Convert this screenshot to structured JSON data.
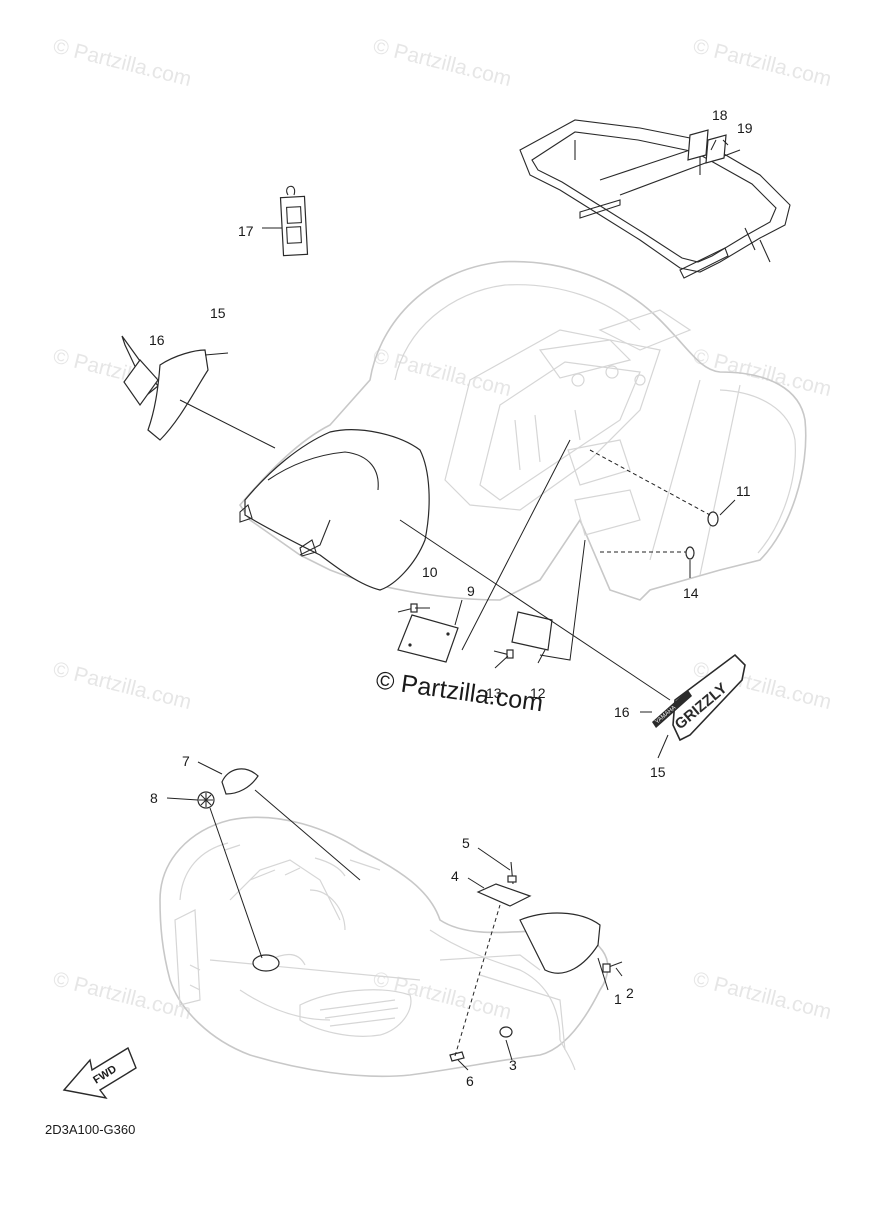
{
  "diagram": {
    "code": "2D3A100-G360",
    "center_watermark": "© Partzilla.com",
    "tile_watermark": "© Partzilla.com",
    "fwd_label": "FWD",
    "rear_emblem_text": "GRIZZLY",
    "rear_stripe_text": "YAMAHA",
    "callouts": [
      {
        "id": "c1",
        "text": "1"
      },
      {
        "id": "c2",
        "text": "2"
      },
      {
        "id": "c3",
        "text": "3"
      },
      {
        "id": "c4",
        "text": "4"
      },
      {
        "id": "c5",
        "text": "5"
      },
      {
        "id": "c6",
        "text": "6"
      },
      {
        "id": "c7",
        "text": "7"
      },
      {
        "id": "c8",
        "text": "8"
      },
      {
        "id": "c9",
        "text": "9"
      },
      {
        "id": "c10",
        "text": "10"
      },
      {
        "id": "c11",
        "text": "11"
      },
      {
        "id": "c12",
        "text": "12"
      },
      {
        "id": "c13",
        "text": "13"
      },
      {
        "id": "c14",
        "text": "14"
      },
      {
        "id": "c15a",
        "text": "15"
      },
      {
        "id": "c15b",
        "text": "15"
      },
      {
        "id": "c16a",
        "text": "16"
      },
      {
        "id": "c16b",
        "text": "16"
      },
      {
        "id": "c17",
        "text": "17"
      },
      {
        "id": "c18",
        "text": "18"
      },
      {
        "id": "c19",
        "text": "19"
      }
    ]
  }
}
